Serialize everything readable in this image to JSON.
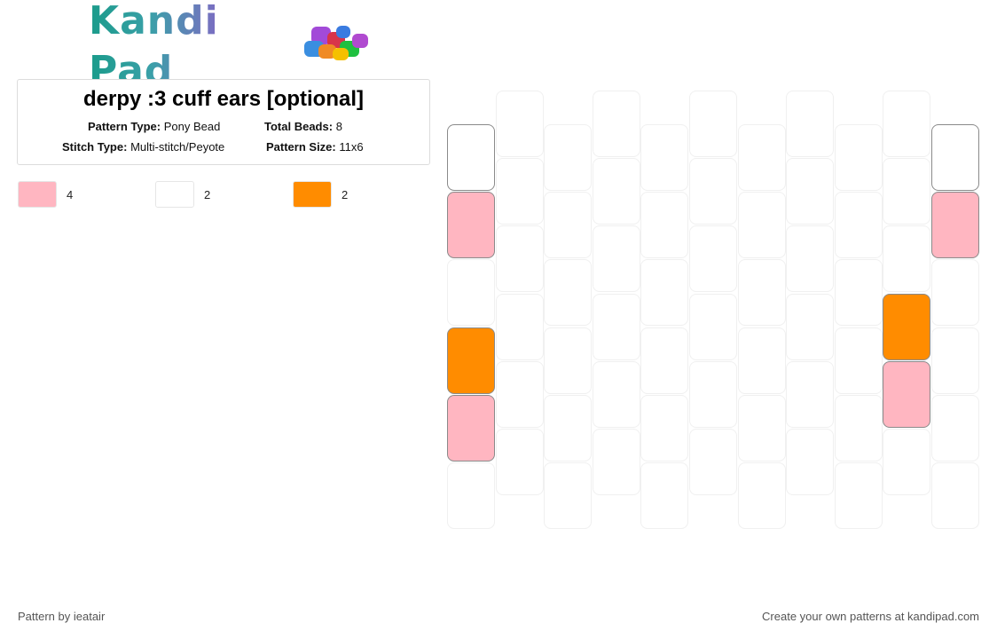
{
  "logo": {
    "text": "Kandi Pad"
  },
  "pattern": {
    "title": "derpy :3 cuff ears [optional]",
    "pattern_type_label": "Pattern Type:",
    "pattern_type": "Pony Bead",
    "total_beads_label": "Total Beads:",
    "total_beads": "8",
    "stitch_type_label": "Stitch Type:",
    "stitch_type": "Multi-stitch/Peyote",
    "pattern_size_label": "Pattern Size:",
    "pattern_size": "11x6"
  },
  "legend": [
    {
      "color": "#ffb6c1",
      "count": "4"
    },
    {
      "color": "#ffffff",
      "count": "2"
    },
    {
      "color": "#ff8c00",
      "count": "2"
    }
  ],
  "bead_grid": {
    "columns": 11,
    "rows": 6,
    "peyote_offset_columns": [
      1,
      3,
      5,
      7,
      9
    ],
    "colors": {
      "P": "#ffb6c1",
      "W": "#ffffff",
      "O": "#ff8c00"
    },
    "cells": [
      [
        "W",
        null,
        null,
        null,
        null,
        null,
        null,
        null,
        null,
        null,
        "W"
      ],
      [
        "P",
        null,
        null,
        null,
        null,
        null,
        null,
        null,
        null,
        null,
        "P"
      ],
      [
        null,
        null,
        null,
        null,
        null,
        null,
        null,
        null,
        null,
        null,
        null
      ],
      [
        "O",
        null,
        null,
        null,
        null,
        null,
        null,
        null,
        null,
        "O",
        null
      ],
      [
        "P",
        null,
        null,
        null,
        null,
        null,
        null,
        null,
        null,
        "P",
        null
      ],
      [
        null,
        null,
        null,
        null,
        null,
        null,
        null,
        null,
        null,
        null,
        null
      ]
    ]
  },
  "footer": {
    "left": "Pattern by ieatair",
    "right": "Create your own patterns at kandipad.com"
  }
}
